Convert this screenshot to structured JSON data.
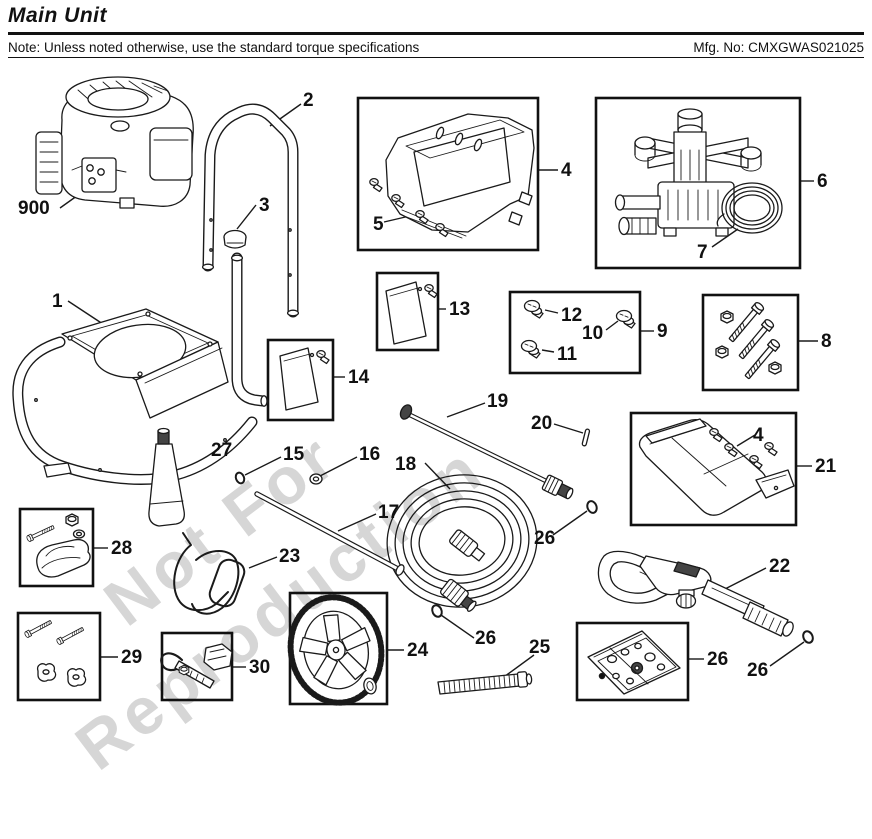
{
  "header": {
    "title": "Main Unit",
    "note": "Note: Unless noted otherwise, use the standard torque specifications",
    "mfg_no": "Mfg. No: CMXGWAS021025"
  },
  "watermark": {
    "line1": "Not For",
    "line2": "Reproduction"
  },
  "colors": {
    "line": "#1a1a1a",
    "watermark": "#d6d6d6",
    "background": "#ffffff"
  },
  "labels": {
    "900": "900",
    "1": "1",
    "2": "2",
    "3": "3",
    "4": "4",
    "5": "5",
    "6": "6",
    "7": "7",
    "8": "8",
    "9": "9",
    "10": "10",
    "11": "11",
    "12": "12",
    "13": "13",
    "14": "14",
    "15": "15",
    "16": "16",
    "17": "17",
    "18": "18",
    "19": "19",
    "20": "20",
    "21": "21",
    "22": "22",
    "23": "23",
    "24": "24",
    "25": "25",
    "26": "26",
    "27": "27",
    "28": "28",
    "29": "29",
    "30": "30"
  }
}
